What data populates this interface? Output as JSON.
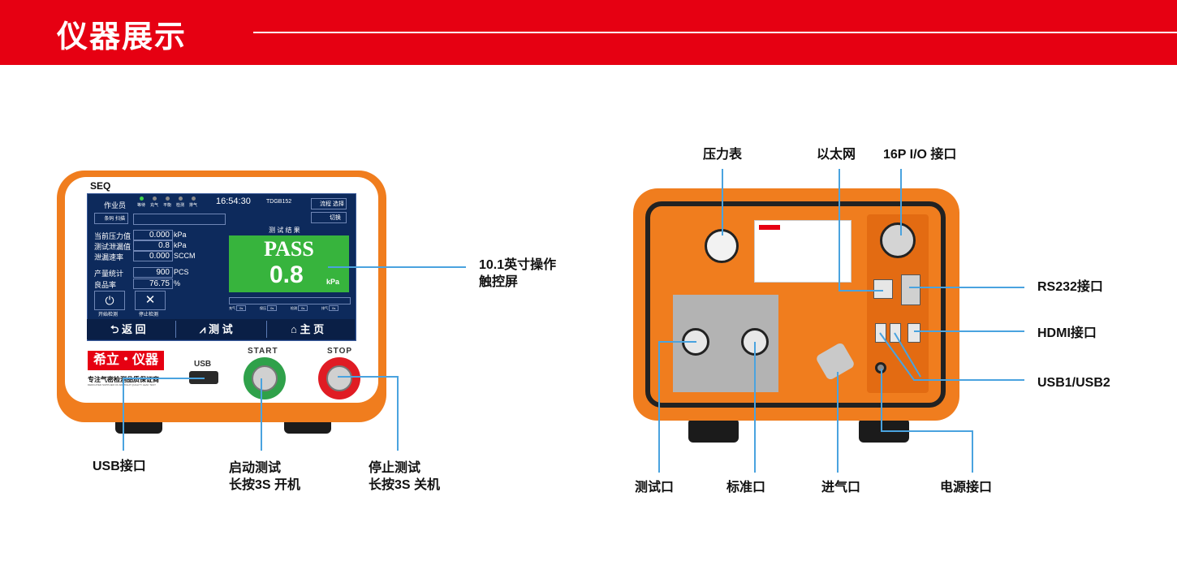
{
  "header": {
    "title": "仪器展示"
  },
  "front": {
    "brand": "SEQ",
    "screen": {
      "operator_label": "作业员",
      "status_items": [
        "等待",
        "充气",
        "平衡",
        "检测",
        "排气"
      ],
      "clock": "16:54:30",
      "model": "TDGB152",
      "top_buttons": [
        "流程\n选择",
        "切换"
      ],
      "barcode_label": "条码\n扫描",
      "readings": [
        {
          "label": "当前压力值",
          "value": "0.000",
          "unit": "kPa"
        },
        {
          "label": "测试泄漏值",
          "value": "0.8",
          "unit": "kPa"
        },
        {
          "label": "泄漏速率",
          "value": "0.000",
          "unit": "SCCM"
        }
      ],
      "stats": [
        {
          "label": "产量统计",
          "value": "900",
          "unit": "PCS"
        },
        {
          "label": "良品率",
          "value": "76.75",
          "unit": "%"
        }
      ],
      "result_label": "测 试 结 果",
      "result_status": "PASS",
      "result_value": "0.8",
      "result_unit": "kPa",
      "start_label": "开始检测",
      "stop_label": "停止检测",
      "timer_labels": [
        "充气",
        "保压",
        "检测",
        "排气"
      ],
      "timer_values": [
        "0s",
        "0s",
        "0s",
        "0s"
      ],
      "nav": [
        "返 回",
        "测 试",
        "主 页"
      ]
    },
    "logo_text": "希立・仪器",
    "slogan": "专注气密检测品质保证商",
    "slogan_en": "DEDICATED SUPPLIER OF AIR-TIGHT QUALITY LEAK TEST",
    "usb_port_label": "USB",
    "start_button_text": "START",
    "stop_button_text": "STOP"
  },
  "labels": {
    "screen": "10.1英寸操作\n触控屏",
    "usb": "USB接口",
    "start": "启动测试\n长按3S 开机",
    "stop": "停止测试\n长按3S 关机",
    "gauge": "压力表",
    "ethernet": "以太网",
    "io16": "16P I/O 接口",
    "rs232": "RS232接口",
    "hdmi": "HDMI接口",
    "usb12": "USB1/USB2",
    "test_port": "测试口",
    "std_port": "标准口",
    "air_in": "进气口",
    "power": "电源接口"
  },
  "colors": {
    "accent": "#e60012",
    "device": "#f07d1e",
    "callout": "#4aa3df",
    "pass": "#37b43d"
  }
}
